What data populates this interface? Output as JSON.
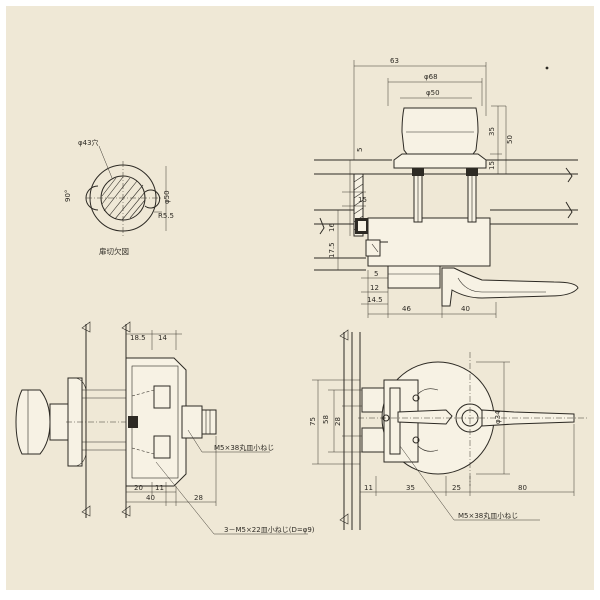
{
  "detail_view": {
    "label": "扉切欠図",
    "dims": {
      "hole": "φ43穴",
      "dia": "φ50",
      "radius": "R5.5",
      "angle": "90°"
    }
  },
  "side_section_view": {
    "dims": {
      "width_total": "63",
      "knob_dia_outer": "φ68",
      "knob_dia_inner": "φ50",
      "h35": "35",
      "h50": "50",
      "h15": "15",
      "left_5": "5",
      "left_15": "15",
      "left_16": "16",
      "left_17_5": "17.5",
      "b_5": "5",
      "b_12": "12",
      "b_14_5": "14.5",
      "b_46": "46",
      "b_40": "40"
    }
  },
  "bottom_left_view": {
    "dims": {
      "top_18_5": "18.5",
      "top_14": "14",
      "b_20": "20",
      "b_11": "11",
      "b_40": "40",
      "b_28": "28"
    },
    "notes": {
      "screw1": "M5×38丸皿小ねじ",
      "screw2": "3－M5×22皿小ねじ(D=φ9)"
    }
  },
  "bottom_right_view": {
    "dims": {
      "v75": "75",
      "v58": "58",
      "v28": "28",
      "d34": "φ34",
      "b_11": "11",
      "b_35": "35",
      "b_25": "25",
      "b_80": "80"
    },
    "notes": {
      "screw": "M5×38丸皿小ねじ"
    }
  }
}
